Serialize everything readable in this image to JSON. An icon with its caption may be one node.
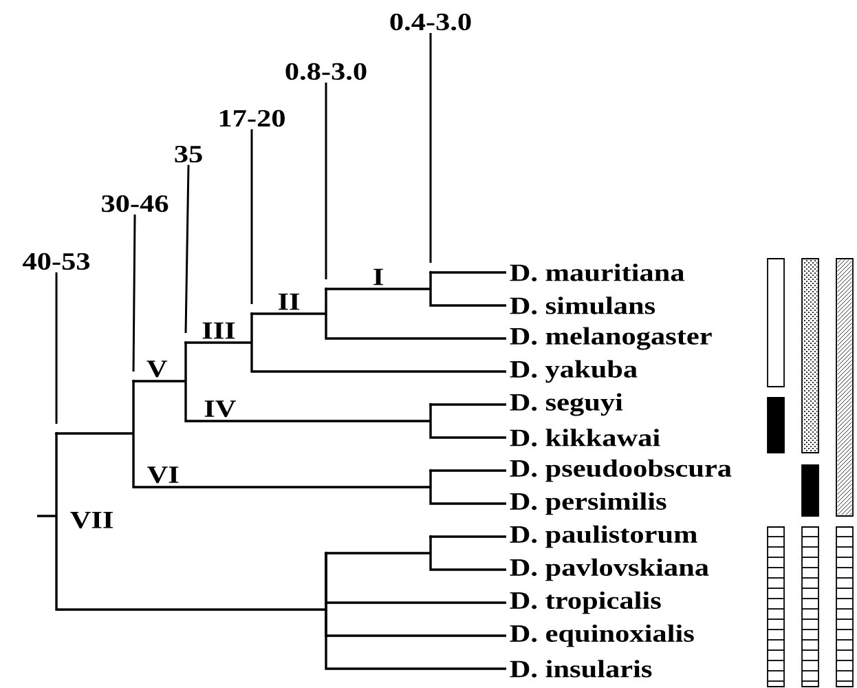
{
  "diagram": {
    "nodes": [
      {
        "text": [
          "0.4-3.0"
        ]
      },
      {
        "text": [
          "0.8-3.0"
        ]
      },
      {
        "text": [
          "17-20"
        ]
      },
      {
        "text": [
          "35"
        ]
      },
      {
        "text": [
          "30-46"
        ]
      },
      {
        "text": [
          "40-53"
        ]
      },
      {
        "text": [
          "D. mauritiana"
        ]
      },
      {
        "text": [
          "D. simulans"
        ]
      },
      {
        "text": [
          "D. melanogaster"
        ]
      },
      {
        "text": [
          "D. yakuba"
        ]
      },
      {
        "text": [
          "D. seguyi"
        ]
      },
      {
        "text": [
          "D. kikkawai"
        ]
      },
      {
        "text": [
          "D. pseudoobscura"
        ]
      },
      {
        "text": [
          "D. persimilis"
        ]
      },
      {
        "text": [
          "D. paulistorum"
        ]
      },
      {
        "text": [
          "D. pavlovskiana"
        ]
      },
      {
        "text": [
          "D. tropicalis"
        ]
      },
      {
        "text": [
          "D. equinoxialis"
        ]
      },
      {
        "text": [
          "D. insularis"
        ]
      },
      {
        "text": [],
        "shape": "point"
      },
      {
        "text": [],
        "shape": "point"
      },
      {
        "text": [],
        "shape": "point"
      },
      {
        "text": [],
        "shape": "point"
      },
      {
        "text": [],
        "shape": "point"
      },
      {
        "text": [],
        "shape": "point"
      },
      {
        "text": [],
        "shape": "point"
      },
      {
        "text": [],
        "shape": "point"
      },
      {
        "text": [],
        "shape": "point"
      },
      {
        "text": [],
        "shape": "point",
        "beside": [
          "VII"
        ]
      }
    ],
    "edges": [
      {
        "from": 19,
        "to": 6,
        "arrow": "none"
      },
      {
        "from": 19,
        "to": 7,
        "arrow": "none"
      },
      {
        "from": 20,
        "to": 19,
        "arrow": "none",
        "label": "I"
      },
      {
        "from": 20,
        "to": 8,
        "arrow": "none"
      },
      {
        "from": 21,
        "to": 20,
        "arrow": "none",
        "label": "II"
      },
      {
        "from": 21,
        "to": 9,
        "arrow": "none"
      },
      {
        "from": 22,
        "to": 10,
        "arrow": "none"
      },
      {
        "from": 22,
        "to": 11,
        "arrow": "none"
      },
      {
        "from": 23,
        "to": 21,
        "arrow": "none",
        "label": "III"
      },
      {
        "from": 23,
        "to": 22,
        "arrow": "none",
        "label": "IV"
      },
      {
        "from": 24,
        "to": 12,
        "arrow": "none"
      },
      {
        "from": 24,
        "to": 13,
        "arrow": "none"
      },
      {
        "from": 25,
        "to": 23,
        "arrow": "none",
        "label": "V"
      },
      {
        "from": 25,
        "to": 24,
        "arrow": "none",
        "label": "VI"
      },
      {
        "from": 26,
        "to": 14,
        "arrow": "none"
      },
      {
        "from": 26,
        "to": 15,
        "arrow": "none"
      },
      {
        "from": 27,
        "to": 26,
        "arrow": "none"
      },
      {
        "from": 27,
        "to": 16,
        "arrow": "none"
      },
      {
        "from": 27,
        "to": 17,
        "arrow": "none"
      },
      {
        "from": 27,
        "to": 18,
        "arrow": "none"
      },
      {
        "from": 28,
        "to": 25,
        "arrow": "none"
      },
      {
        "from": 28,
        "to": 27,
        "arrow": "none"
      },
      {
        "from": null,
        "to": 28,
        "arrow": "none"
      },
      {
        "from": 0,
        "to": 19,
        "arrow": "none"
      },
      {
        "from": 1,
        "to": 20,
        "arrow": "none"
      },
      {
        "from": 2,
        "to": 21,
        "arrow": "none"
      },
      {
        "from": 3,
        "to": 23,
        "arrow": "none"
      },
      {
        "from": 4,
        "to": 25,
        "arrow": "none"
      },
      {
        "from": 5,
        "to": 28,
        "arrow": "none"
      }
    ]
  }
}
